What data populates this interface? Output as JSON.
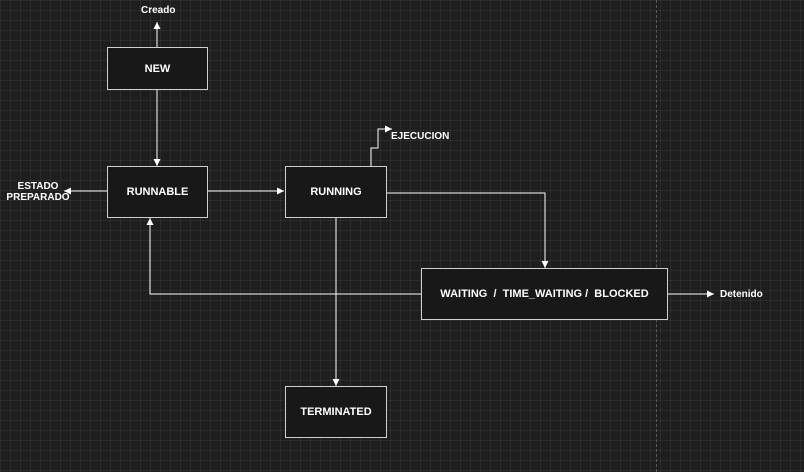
{
  "diagram": {
    "background": "#1e1e1e",
    "line_color": "#ffffff",
    "node_border": "#cfcfcf",
    "nodes": {
      "new": "NEW",
      "runnable": "RUNNABLE",
      "running": "RUNNING",
      "waiting": "WAITING  /  TIME_WAITING /  BLOCKED",
      "terminated": "TERMINATED"
    },
    "labels": {
      "creado": "Creado",
      "estado_line1": "ESTADO",
      "estado_line2": "PREPARADO",
      "ejecucion": "EJECUCION",
      "detenido": "Detenido"
    }
  }
}
